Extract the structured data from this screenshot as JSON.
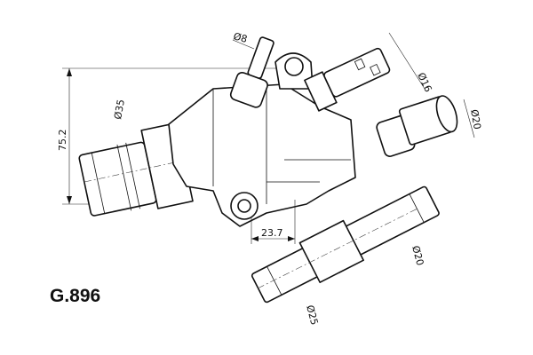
{
  "part_code": "G.896",
  "dimensions": {
    "d8": "Ø8",
    "d16": "Ø16",
    "d20_top": "Ø20",
    "height": "75.2",
    "d35": "Ø35",
    "offset": "23.7",
    "d20_bottom": "Ø20",
    "d25": "Ø25"
  }
}
